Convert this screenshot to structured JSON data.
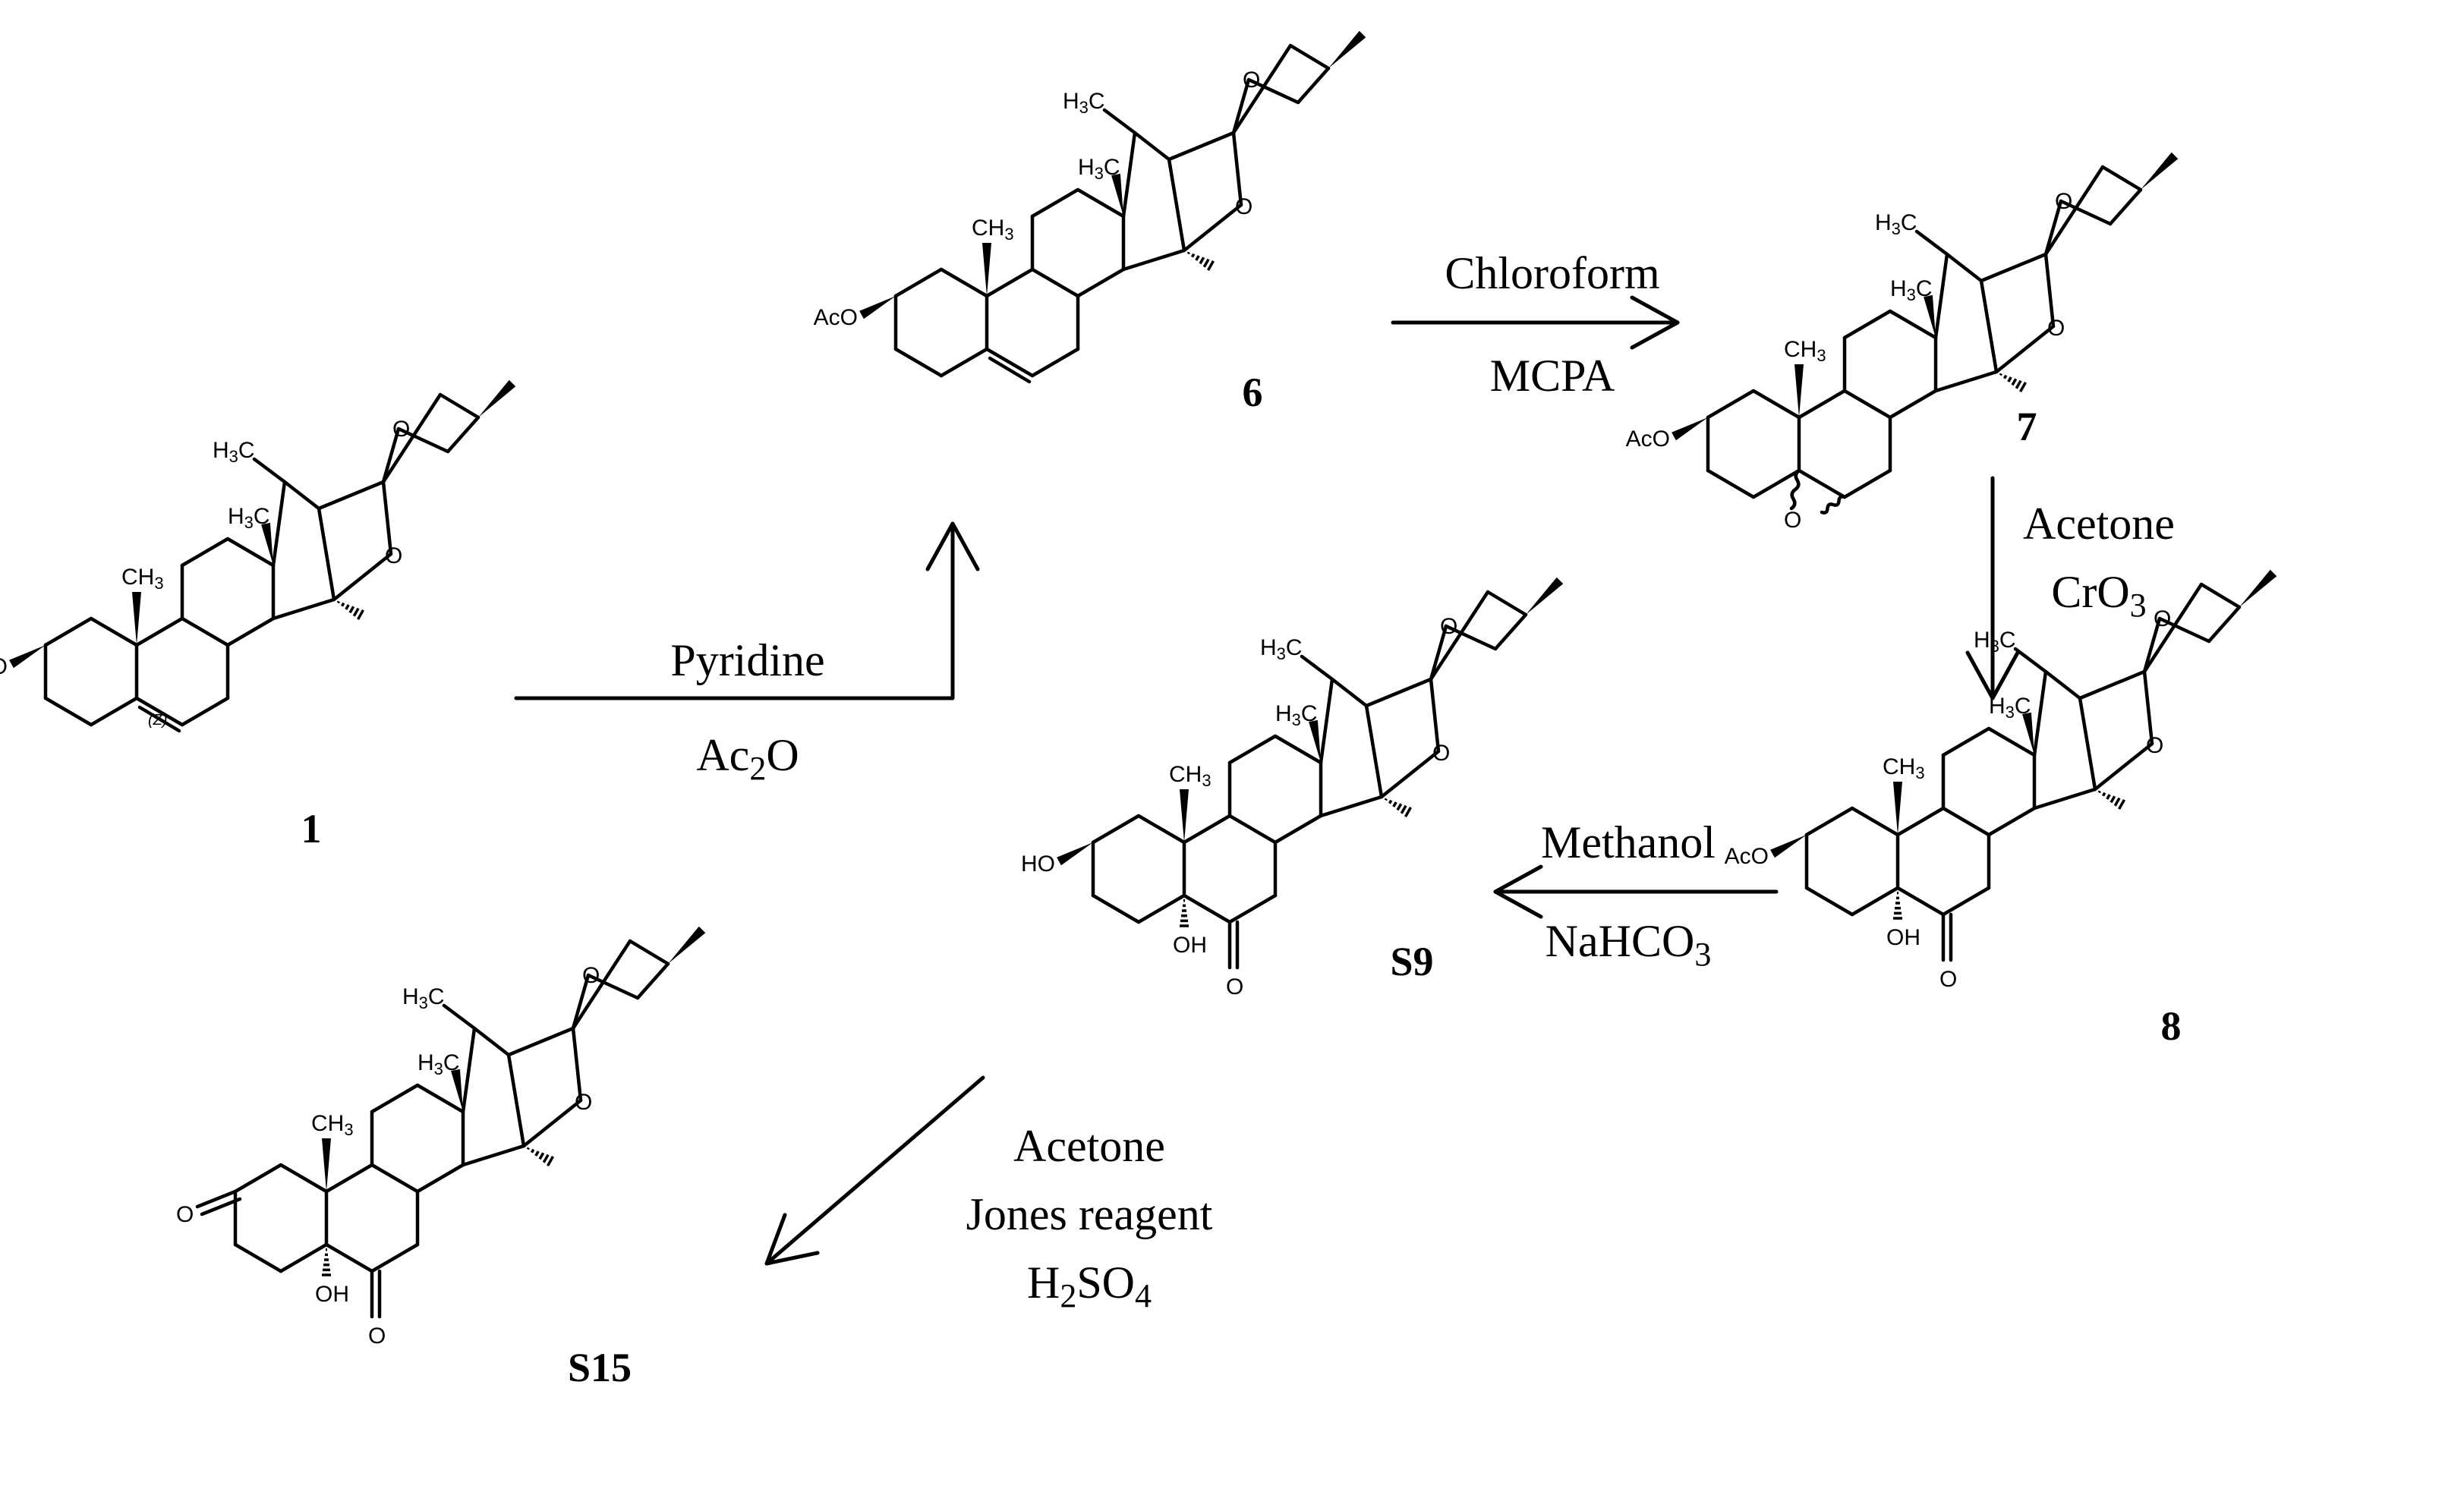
{
  "compounds": {
    "c1": {
      "id": "1",
      "substituent": "HO",
      "variant": "ene",
      "stereo_label": "(Z)"
    },
    "c6": {
      "id": "6",
      "substituent": "AcO",
      "variant": "ene"
    },
    "c7": {
      "id": "7",
      "substituent": "AcO",
      "variant": "epoxide",
      "epoxide_O": "O"
    },
    "c8": {
      "id": "8",
      "substituent": "AcO",
      "variant": "hydroxyketone",
      "oh": "OH",
      "oxo": "O"
    },
    "c9": {
      "id": "S9",
      "substituent": "HO",
      "variant": "hydroxyketone",
      "oh": "OH",
      "oxo": "O"
    },
    "c15": {
      "id": "S15",
      "substituent": "O",
      "variant": "diketone",
      "oh": "OH",
      "oxo": "O"
    }
  },
  "atom_labels": {
    "ch3": "CH",
    "h3c": "H",
    "sub3": "3",
    "c": "C",
    "ring_o": "O"
  },
  "steps": [
    {
      "id": "step-1",
      "reagents": [
        {
          "text": "Pyridine"
        },
        {
          "text": "Ac",
          "sub": "2",
          "after": "O"
        }
      ]
    },
    {
      "id": "step-2",
      "reagents": [
        {
          "text": "Chloroform"
        },
        {
          "text": "MCPA"
        }
      ]
    },
    {
      "id": "step-3",
      "reagents": [
        {
          "text": "Acetone"
        },
        {
          "text": "CrO",
          "sub": "3"
        }
      ]
    },
    {
      "id": "step-4",
      "reagents": [
        {
          "text": "Methanol"
        },
        {
          "text": "NaHCO",
          "sub": "3"
        }
      ]
    },
    {
      "id": "step-5",
      "reagents": [
        {
          "text": "Acetone"
        },
        {
          "text": "Jones reagent"
        },
        {
          "text": "H",
          "sub": "2",
          "after": "SO",
          "sub2": "4"
        }
      ]
    }
  ]
}
